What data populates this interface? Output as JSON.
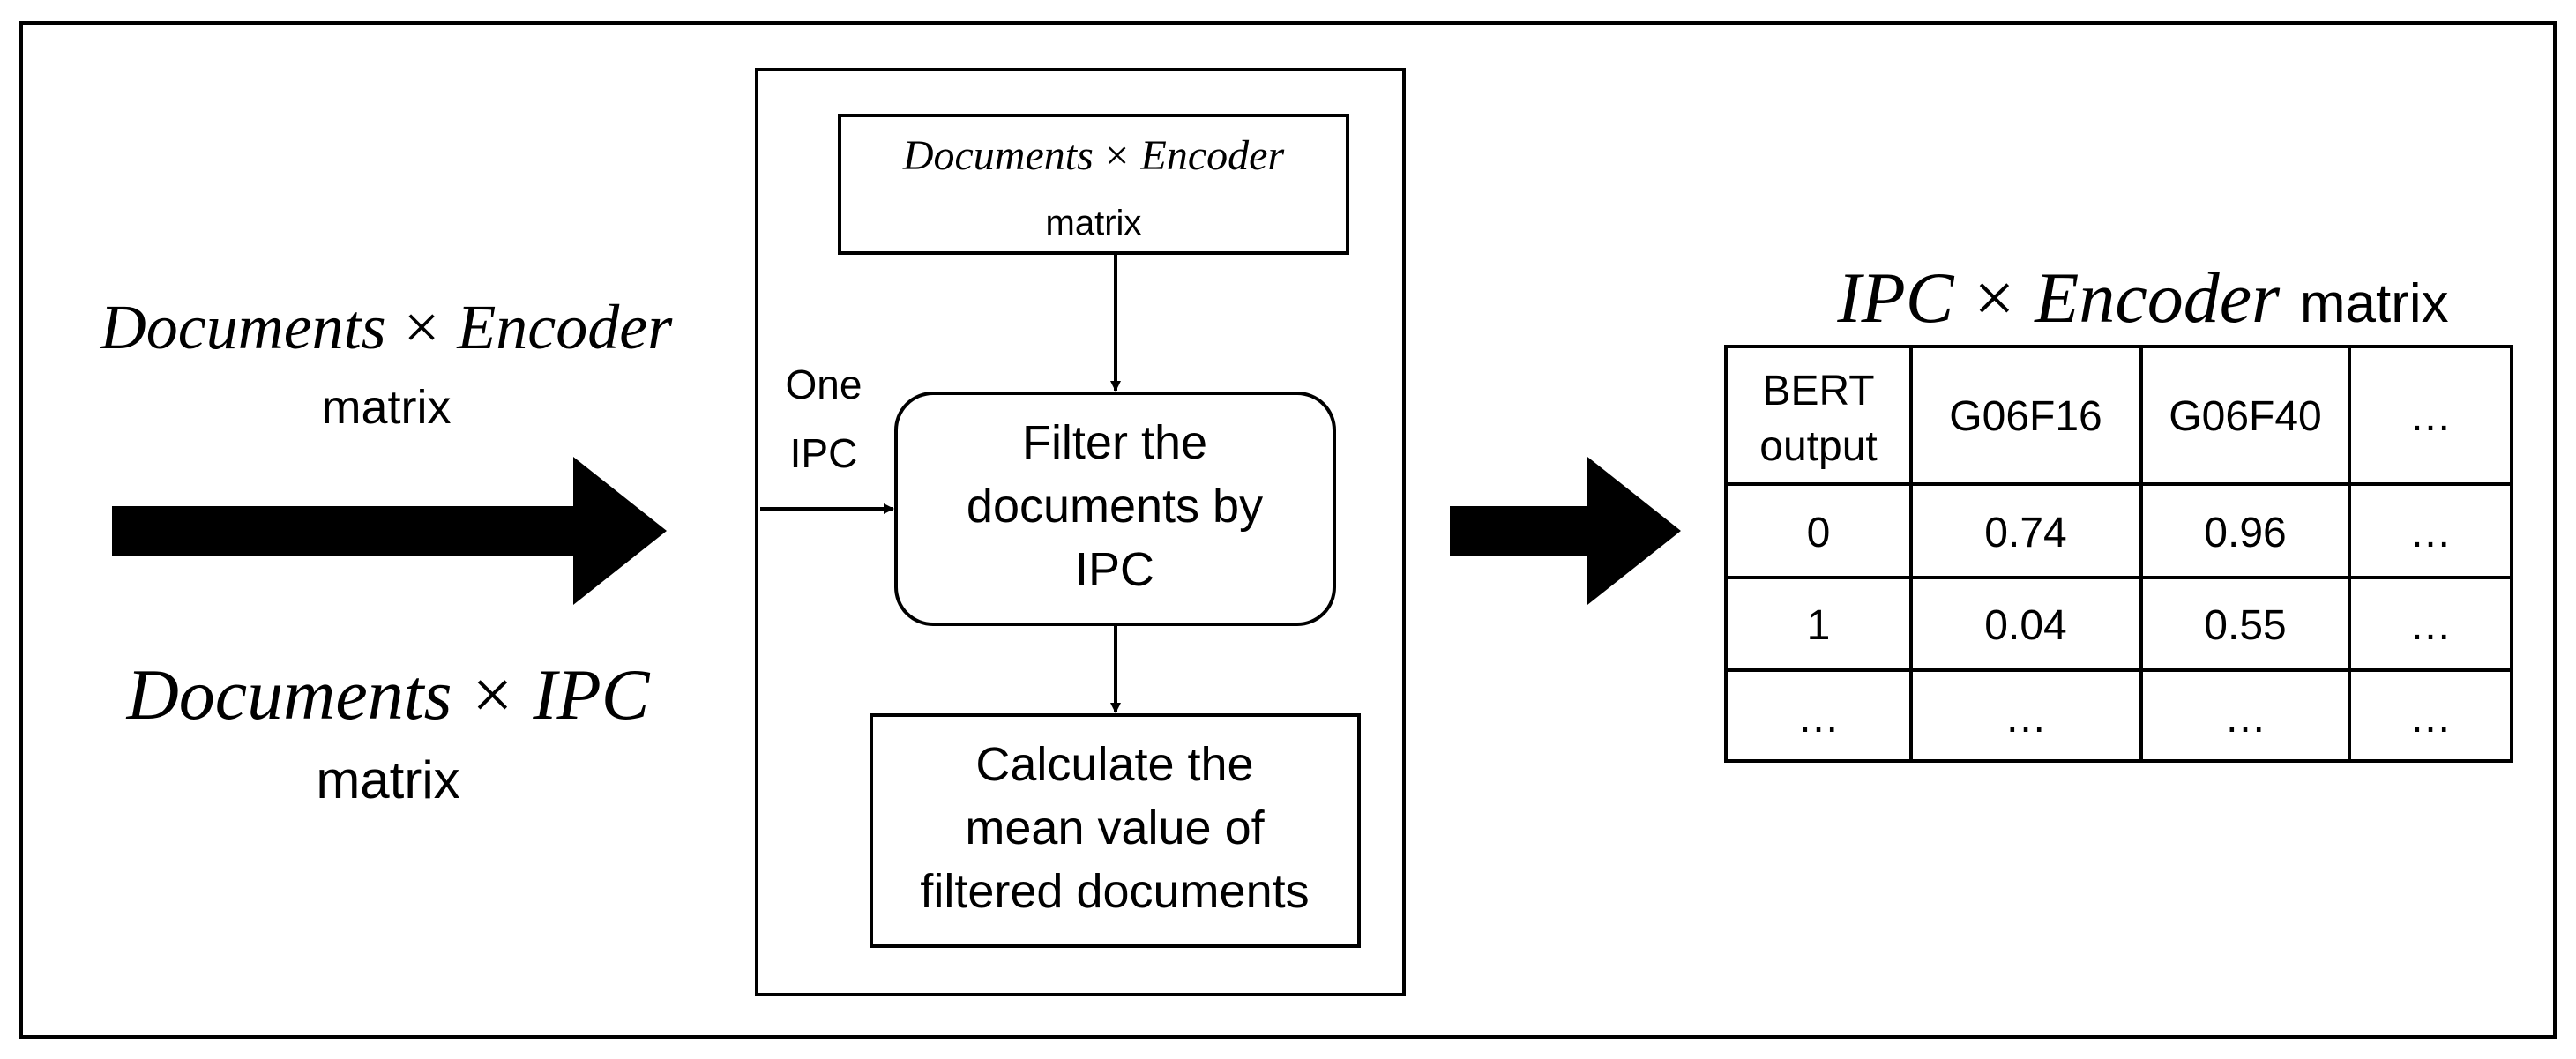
{
  "left_inputs": {
    "input1": {
      "math_a": "Documents",
      "op": "×",
      "math_b": "Encoder",
      "word": "matrix"
    },
    "input2": {
      "math_a": "Documents",
      "op": "×",
      "math_b": "IPC",
      "word": "matrix"
    }
  },
  "process": {
    "top_box": {
      "math_a": "Documents",
      "op": "×",
      "math_b": "Encoder",
      "word": "matrix"
    },
    "side_input": {
      "line1": "One",
      "line2": "IPC"
    },
    "filter_box": {
      "line1": "Filter the",
      "line2": "documents by",
      "line3": "IPC"
    },
    "mean_box": {
      "line1": "Calculate the",
      "line2": "mean value of",
      "line3": "filtered documents"
    }
  },
  "output": {
    "title": {
      "math_a": "IPC",
      "op": "×",
      "math_b": "Encoder",
      "word": "matrix"
    },
    "table": {
      "header": {
        "col1_line1": "BERT",
        "col1_line2": "output",
        "col2": "G06F16",
        "col3": "G06F40",
        "col4": "…"
      },
      "rows": [
        [
          "0",
          "0.74",
          "0.96",
          "…"
        ],
        [
          "1",
          "0.04",
          "0.55",
          "…"
        ],
        [
          "…",
          "…",
          "…",
          "…"
        ]
      ]
    }
  }
}
